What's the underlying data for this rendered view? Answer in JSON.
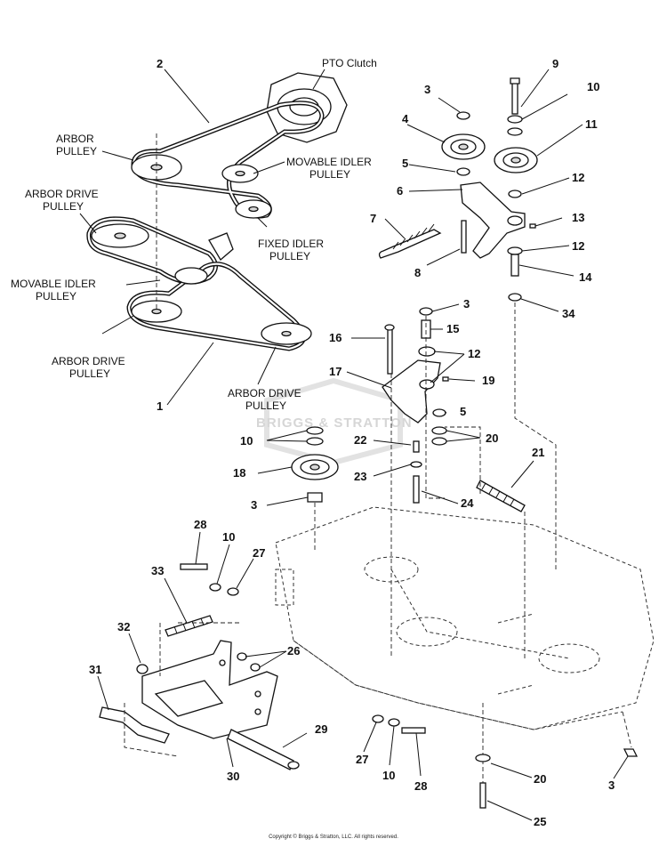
{
  "watermark": "BRIGGS & STRATTON",
  "copyright": "Copyright © Briggs & Stratton, LLC. All rights reserved.",
  "labels": {
    "pto_clutch": "PTO Clutch",
    "arbor_pulley_1": "ARBOR",
    "arbor_pulley_2": "PULLEY",
    "movable_idler_upper_1": "MOVABLE IDLER",
    "movable_idler_upper_2": "PULLEY",
    "arbor_drive_pulley_top_1": "ARBOR DRIVE",
    "arbor_drive_pulley_top_2": "PULLEY",
    "fixed_idler_1": "FIXED IDLER",
    "fixed_idler_2": "PULLEY",
    "movable_idler_lower_1": "MOVABLE IDLER",
    "movable_idler_lower_2": "PULLEY",
    "arbor_drive_pulley_left_1": "ARBOR DRIVE",
    "arbor_drive_pulley_left_2": "PULLEY",
    "arbor_drive_pulley_right_1": "ARBOR DRIVE",
    "arbor_drive_pulley_right_2": "PULLEY"
  },
  "callouts": {
    "c2": "2",
    "c9": "9",
    "c3a": "3",
    "c10a": "10",
    "c4": "4",
    "c11": "11",
    "c5a": "5",
    "c12a": "12",
    "c6": "6",
    "c13": "13",
    "c7": "7",
    "c12b": "12",
    "c8": "8",
    "c14": "14",
    "c34": "34",
    "c3b": "3",
    "c15": "15",
    "c16": "16",
    "c12c": "12",
    "c17": "17",
    "c19": "19",
    "c5b": "5",
    "c1": "1",
    "c10b": "10",
    "c22": "22",
    "c20a": "20",
    "c18": "18",
    "c23": "23",
    "c21": "21",
    "c3c": "3",
    "c24": "24",
    "c28a": "28",
    "c10c": "10",
    "c27a": "27",
    "c33": "33",
    "c32": "32",
    "c26": "26",
    "c31": "31",
    "c29": "29",
    "c30": "30",
    "c27b": "27",
    "c10d": "10",
    "c28b": "28",
    "c20b": "20",
    "c3d": "3",
    "c25": "25"
  }
}
